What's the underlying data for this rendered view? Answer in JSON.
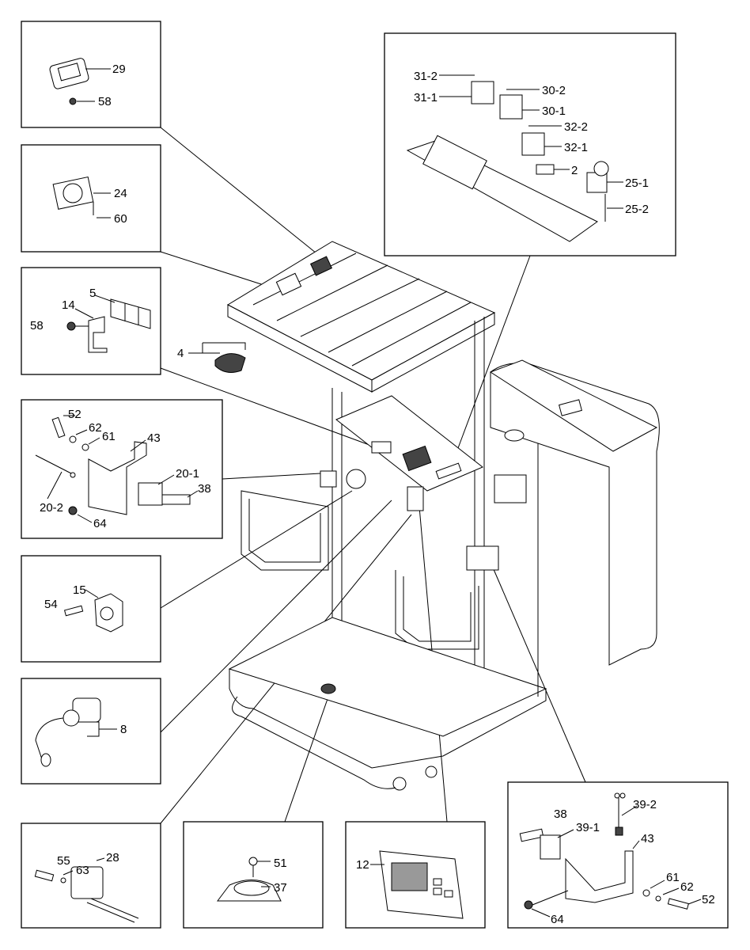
{
  "diagram": {
    "title": "Exploded parts diagram - order picker operator compartment",
    "callouts": {
      "top_switch_panel": [
        "31-2",
        "31-1",
        "30-2",
        "30-1",
        "32-2",
        "32-1",
        "2",
        "25-1",
        "25-2"
      ],
      "switch_box": [
        "29",
        "58"
      ],
      "fan_box": [
        "24",
        "60"
      ],
      "bracket_box": [
        "5",
        "14",
        "58"
      ],
      "handle_part": [
        "4"
      ],
      "sensor_bracket_left": [
        "52",
        "62",
        "61",
        "43",
        "20-1",
        "20-2",
        "38",
        "64"
      ],
      "knob_box": [
        "15",
        "54"
      ],
      "key_switch_box": [
        "8"
      ],
      "horn_switch_box": [
        "55",
        "63",
        "28"
      ],
      "buzzer_box": [
        "51",
        "37"
      ],
      "display_box": [
        "12"
      ],
      "sensor_bracket_right": [
        "39-2",
        "38",
        "39-1",
        "43",
        "61",
        "62",
        "52",
        "64"
      ]
    }
  }
}
